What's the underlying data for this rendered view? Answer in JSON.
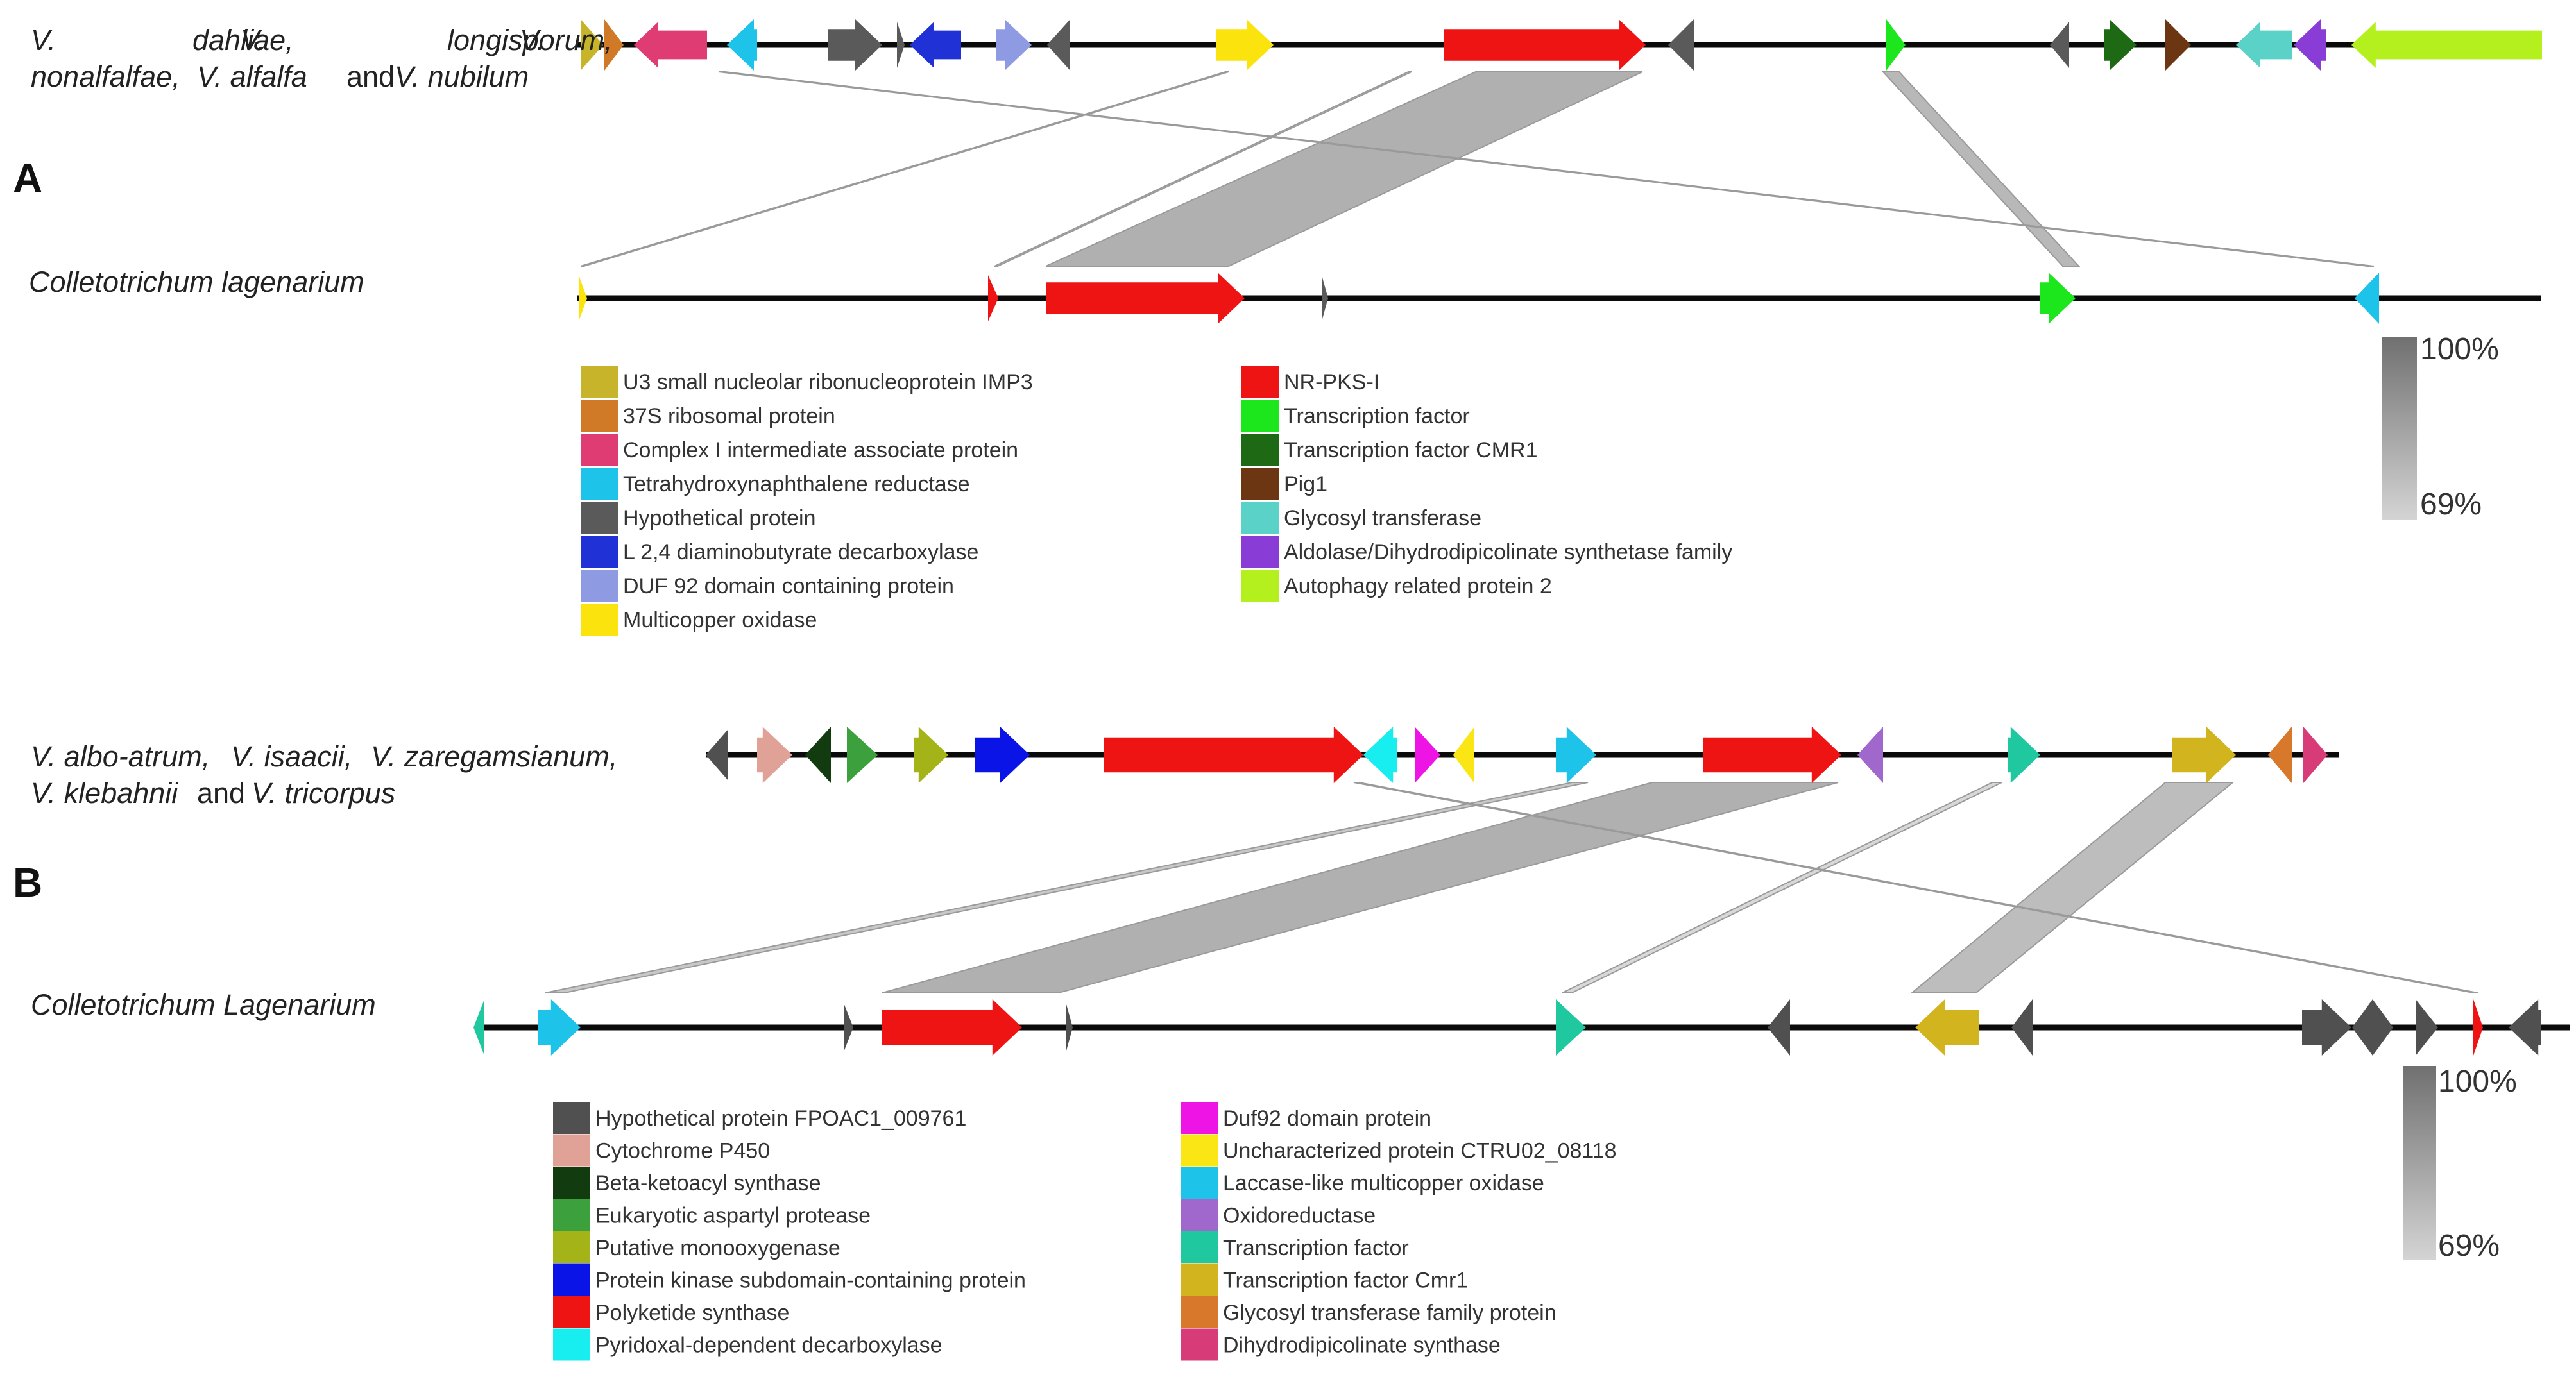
{
  "panels": [
    {
      "letter": "A",
      "top_label_lines": [
        [
          [
            "V.",
            true
          ],
          [
            "dahliae,",
            true
          ],
          [
            "V.",
            true
          ],
          [
            "longisporum,",
            true
          ],
          [
            "V.",
            true
          ]
        ],
        [
          [
            "nonalfalfae,",
            true
          ],
          [
            "V. alfalfa",
            true
          ],
          [
            "and",
            false
          ],
          [
            "V. nubilum",
            true
          ]
        ]
      ],
      "bottom_label": "Colletotrichum lagenarium",
      "scale": {
        "max": "100%",
        "min": "69%"
      },
      "legend_left": [
        {
          "label": "U3 small nucleolar ribonucleoprotein IMP3",
          "color": "#c8b42a"
        },
        {
          "label": "37S ribosomal protein",
          "color": "#d07a28"
        },
        {
          "label": "Complex I intermediate associate protein",
          "color": "#de3c73"
        },
        {
          "label": "Tetrahydroxynaphthalene reductase",
          "color": "#1ec3ea"
        },
        {
          "label": "Hypothetical protein",
          "color": "#5a5a5a"
        },
        {
          "label": "L 2,4 diaminobutyrate decarboxylase",
          "color": "#2032d6"
        },
        {
          "label": "DUF 92 domain containing protein",
          "color": "#8e9be2"
        },
        {
          "label": "Multicopper oxidase",
          "color": "#fbe40e"
        }
      ],
      "legend_right": [
        {
          "label": "NR-PKS-I",
          "color": "#ee1414"
        },
        {
          "label": "Transcription factor",
          "color": "#1ce61c"
        },
        {
          "label": "Transcription factor CMR1",
          "color": "#1e6a14"
        },
        {
          "label": "Pig1",
          "color": "#6c3612"
        },
        {
          "label": "Glycosyl transferase",
          "color": "#5ad2c8"
        },
        {
          "label": "Aldolase/Dihydrodipicolinate synthetase family",
          "color": "#8a3cd6"
        },
        {
          "label": "Autophagy related protein 2",
          "color": "#b4f01e"
        }
      ]
    },
    {
      "letter": "B",
      "top_label_lines": [
        [
          [
            "V. albo-atrum,",
            true
          ],
          [
            "V. isaacii,",
            true
          ],
          [
            "V. zaregamsianum,",
            true
          ]
        ],
        [
          [
            "V. klebahnii",
            true
          ],
          [
            "and",
            false
          ],
          [
            "V. tricorpus",
            true
          ]
        ]
      ],
      "bottom_label": "Colletotrichum Lagenarium",
      "scale": {
        "max": "100%",
        "min": "69%"
      },
      "legend_left": [
        {
          "label": "Hypothetical protein FPOAC1_009761",
          "color": "#505050"
        },
        {
          "label": "Cytochrome P450",
          "color": "#e0a196"
        },
        {
          "label": "Beta-ketoacyl synthase",
          "color": "#123c10"
        },
        {
          "label": "Eukaryotic aspartyl protease",
          "color": "#3ca03c"
        },
        {
          "label": "Putative monooxygenase",
          "color": "#a4b418"
        },
        {
          "label": "Protein kinase subdomain-containing protein",
          "color": "#0a14e6"
        },
        {
          "label": "Polyketide synthase",
          "color": "#ee1414"
        },
        {
          "label": "Pyridoxal-dependent decarboxylase",
          "color": "#18eef0"
        }
      ],
      "legend_right": [
        {
          "label": "Duf92 domain protein",
          "color": "#ee14e6"
        },
        {
          "label": "Uncharacterized protein CTRU02_08118",
          "color": "#fae614"
        },
        {
          "label": "Laccase-like multicopper oxidase",
          "color": "#1ec3ea"
        },
        {
          "label": "Oxidoreductase",
          "color": "#a068cc"
        },
        {
          "label": "Transcription factor",
          "color": "#20c8a0"
        },
        {
          "label": "Transcription factor Cmr1",
          "color": "#d2b41e"
        },
        {
          "label": "Glycosyl transferase family protein",
          "color": "#d8782a"
        },
        {
          "label": "Dihydrodipicolinate synthase",
          "color": "#d83c78"
        }
      ]
    }
  ]
}
